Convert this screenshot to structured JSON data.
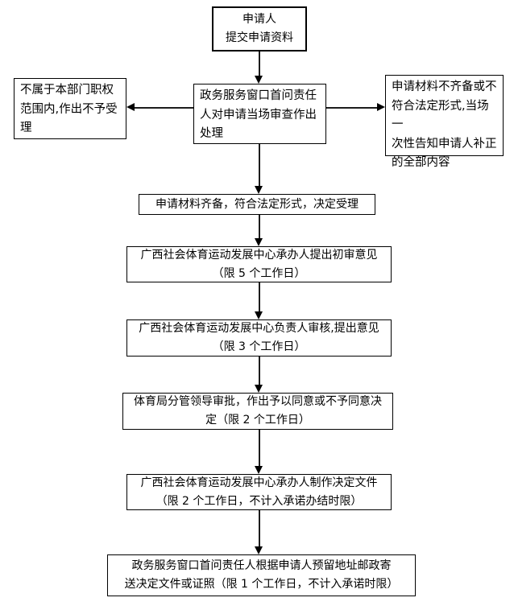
{
  "diagram": {
    "type": "flowchart",
    "colors": {
      "background": "#ffffff",
      "box_border": "#000000",
      "text": "#000000",
      "arrow": "#1c1c1c"
    },
    "nodes": {
      "applicant": {
        "lines": [
          "申请人",
          "提交申请资料"
        ]
      },
      "window_review": {
        "lines": [
          "政务服务窗口首问责任",
          "人对申请当场审查作出",
          "处理"
        ]
      },
      "not_accept": {
        "lines": [
          "不属于本部门职权",
          "范围内,作出不予受",
          "理"
        ]
      },
      "supplement_notice": {
        "lines": [
          "申请材料不齐备或不",
          "符合法定形式,当场一",
          "次性告知申请人补正",
          "的全部内容"
        ]
      },
      "accept": {
        "lines": [
          "申请材料齐备，符合法定形式，决定受理"
        ]
      },
      "initial_review": {
        "lines": [
          "广西社会体育运动发展中心承办人提出初审意见",
          "（限 5 个工作日）"
        ]
      },
      "leader_audit": {
        "lines": [
          "广西社会体育运动发展中心负责人审核,提出意见",
          "（限 3 个工作日）"
        ]
      },
      "bureau_approval": {
        "lines": [
          "体育局分管领导审批，作出予以同意或不予同意决",
          "定（限 2 个工作日）"
        ]
      },
      "make_document": {
        "lines": [
          "广西社会体育运动发展中心承办人制作决定文件",
          "（限 2 个工作日，不计入承诺办结时限）"
        ]
      },
      "mail_delivery": {
        "lines": [
          "政务服务窗口首问责任人根据申请人预留地址邮政寄",
          "送决定文件或证照（限 1 个工作日，不计入承诺时限）"
        ]
      }
    },
    "edges": [
      {
        "from": "applicant",
        "to": "window_review"
      },
      {
        "from": "window_review",
        "to": "not_accept"
      },
      {
        "from": "window_review",
        "to": "supplement_notice"
      },
      {
        "from": "window_review",
        "to": "accept"
      },
      {
        "from": "accept",
        "to": "initial_review"
      },
      {
        "from": "initial_review",
        "to": "leader_audit"
      },
      {
        "from": "leader_audit",
        "to": "bureau_approval"
      },
      {
        "from": "bureau_approval",
        "to": "make_document"
      },
      {
        "from": "make_document",
        "to": "mail_delivery"
      }
    ]
  }
}
